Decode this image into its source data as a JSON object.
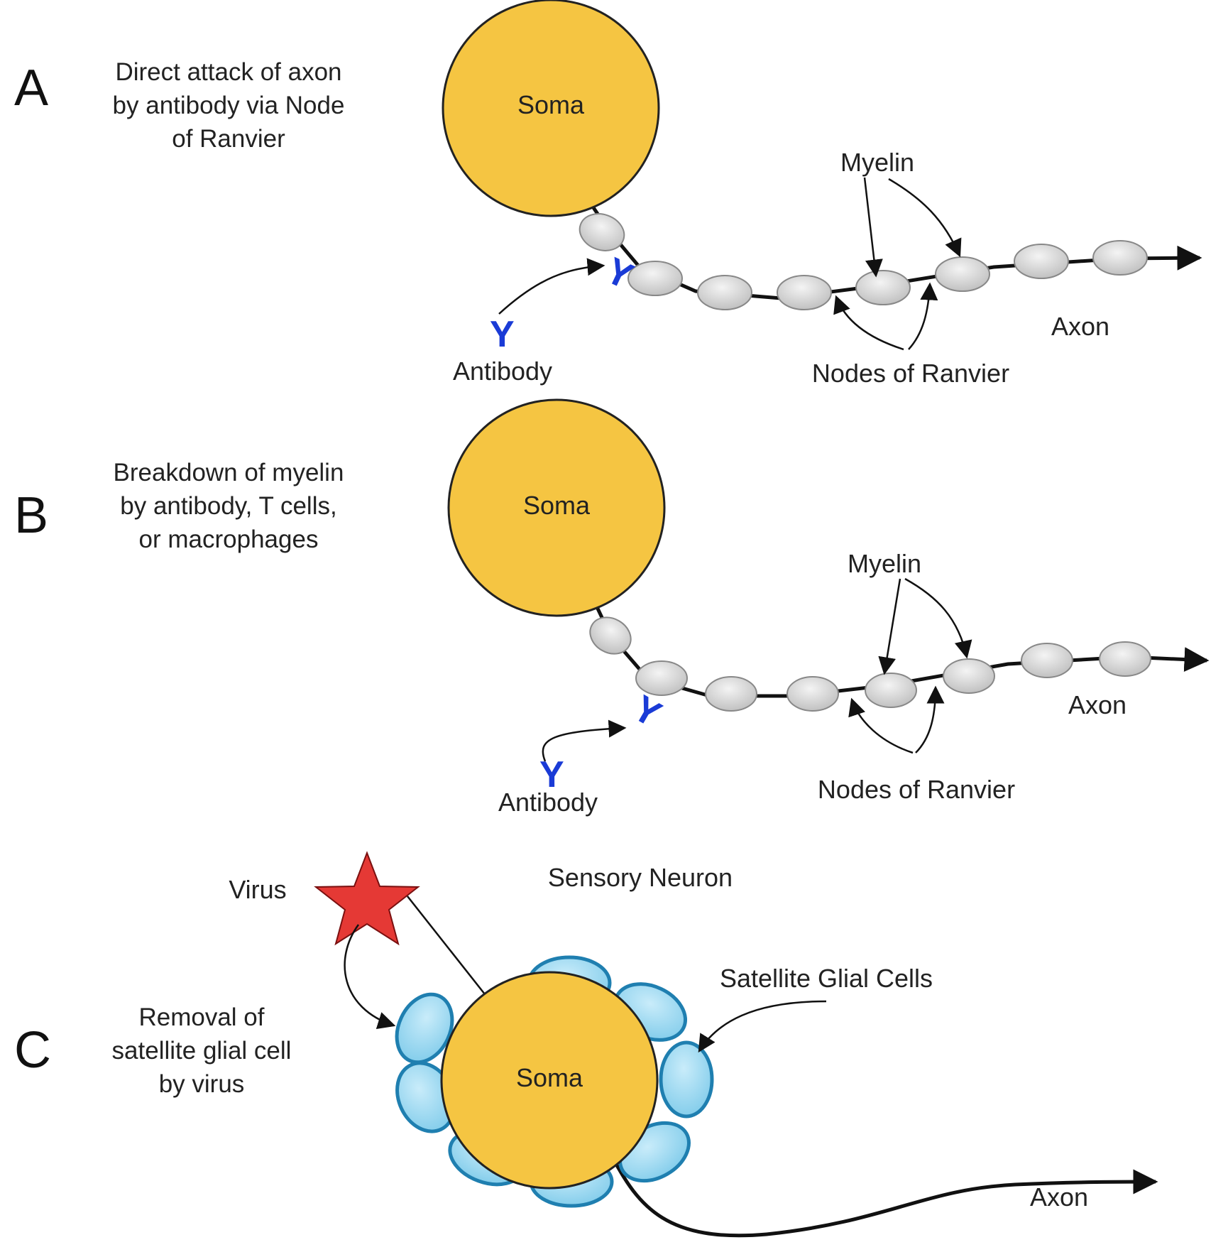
{
  "panels": [
    {
      "letter": "A",
      "description": [
        "Direct attack of axon",
        "by antibody via Node",
        "of Ranvier"
      ],
      "soma_label": "Soma",
      "myelin_label": "Myelin",
      "axon_label": "Axon",
      "antibody_label": "Antibody",
      "nodes_label": "Nodes of Ranvier",
      "antibody_glyph": "Y"
    },
    {
      "letter": "B",
      "description": [
        "Breakdown of myelin",
        "by antibody, T cells,",
        "or macrophages"
      ],
      "soma_label": "Soma",
      "myelin_label": "Myelin",
      "axon_label": "Axon",
      "antibody_label": "Antibody",
      "nodes_label": "Nodes of Ranvier",
      "antibody_glyph": "Y"
    },
    {
      "letter": "C",
      "description": [
        "Removal of",
        "satellite glial cell",
        "by virus"
      ],
      "title": "Sensory Neuron",
      "virus_label": "Virus",
      "satellite_label": "Satellite Glial Cells",
      "soma_label": "Soma",
      "axon_label": "Axon"
    }
  ],
  "colors": {
    "soma": "#f5c542",
    "myelin": "#d9d9d9",
    "glial": "#8fd3ef",
    "glial_stroke": "#1f7fb0",
    "virus": "#e53935",
    "antibody": "#1a3bd6"
  }
}
